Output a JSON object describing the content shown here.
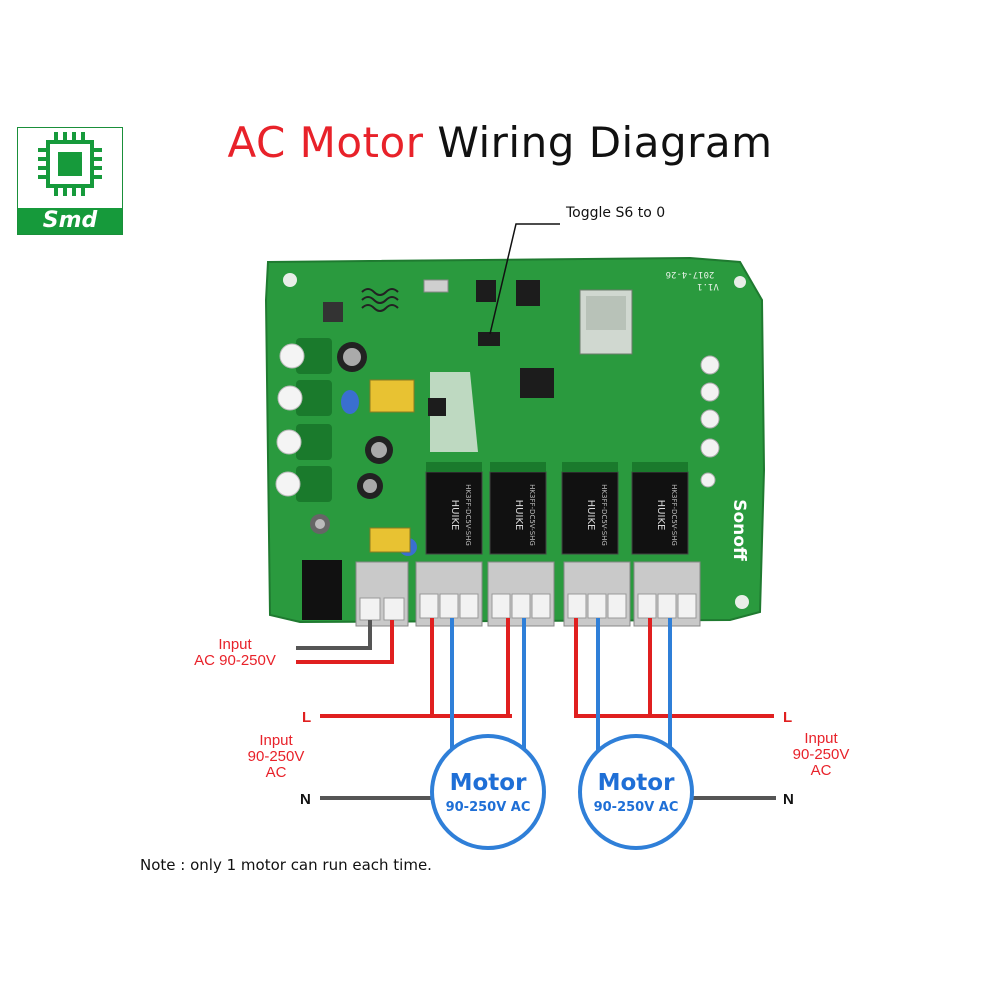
{
  "title": {
    "part1": "AC Motor",
    "part2": "Wiring Diagram"
  },
  "logo": {
    "text": "Smd"
  },
  "annotation": {
    "toggle": "Toggle S6 to 0"
  },
  "input_top": {
    "line1": "Input",
    "line2": "AC 90-250V"
  },
  "input_left": {
    "line1": "Input",
    "line2": "90-250V",
    "line3": "AC"
  },
  "input_right": {
    "line1": "Input",
    "line2": "90-250V",
    "line3": "AC"
  },
  "terminals": {
    "L_left": "L",
    "L_right": "L",
    "N_left": "N",
    "N_right": "N"
  },
  "motors": [
    {
      "label": "Motor",
      "rating": "90-250V AC"
    },
    {
      "label": "Motor",
      "rating": "90-250V AC"
    }
  ],
  "board": {
    "brand": "Sonoff",
    "relay_brand": "HUIKE",
    "relay_model": "HK3FF-DC5V-SHG",
    "date": "2017-4-26",
    "version": "V1.1"
  },
  "note": "Note : only 1 motor can run each time.",
  "colors": {
    "title_red": "#e8222a",
    "pcb_green": "#2a9a3e",
    "live_wire": "#e02020",
    "neutral_wire": "#555555",
    "motor_wire": "#2f7fd8",
    "motor_text": "#1f6fd6",
    "logo_green": "#169a3b"
  }
}
